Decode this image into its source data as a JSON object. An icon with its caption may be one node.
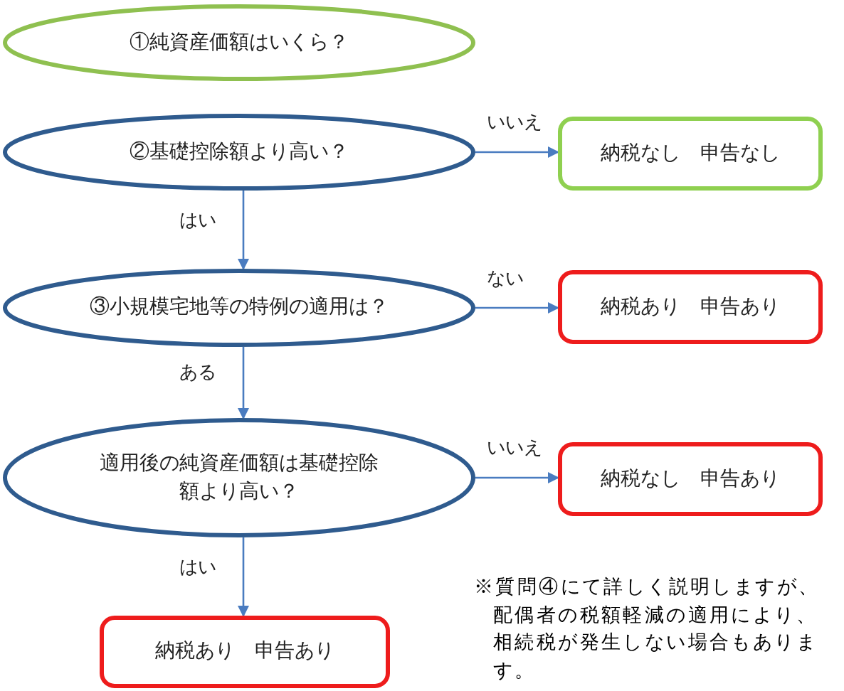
{
  "diagram": {
    "nodes": [
      {
        "text": [
          "①純資産価額はいくら？"
        ]
      },
      {
        "text": [
          "②基礎控除額より高い？"
        ]
      },
      {
        "text": [
          "納税なし　申告なし"
        ]
      },
      {
        "text": [
          "③小規模宅地等の特例の適用は？"
        ]
      },
      {
        "text": [
          "納税あり　申告あり"
        ]
      },
      {
        "text": [
          "適用後の純資産価額は基礎控除額より高い？"
        ]
      },
      {
        "text": [
          "納税なし　申告あり"
        ]
      },
      {
        "text": [
          "納税あり　申告あり"
        ]
      }
    ],
    "edges": [
      {
        "from": 1,
        "to": 2,
        "arrow": "to",
        "label": "いいえ"
      },
      {
        "from": 1,
        "to": 3,
        "arrow": "to",
        "label": "はい"
      },
      {
        "from": 3,
        "to": 4,
        "arrow": "to",
        "label": "ない"
      },
      {
        "from": 3,
        "to": 5,
        "arrow": "to",
        "label": "ある"
      },
      {
        "from": 5,
        "to": 6,
        "arrow": "to",
        "label": "いいえ"
      },
      {
        "from": 5,
        "to": 7,
        "arrow": "to",
        "label": "はい"
      }
    ],
    "labels": [
      "※質問④にて詳しく説明しますが、配偶者の税額軽減の適用により、相続税が発生しない場合もあります。"
    ]
  }
}
